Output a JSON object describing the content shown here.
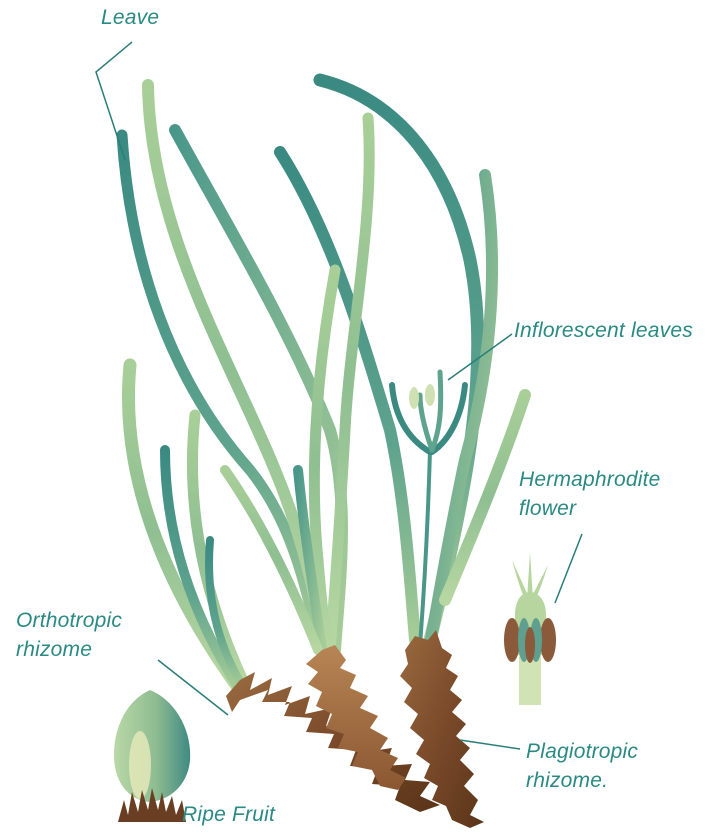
{
  "labels": {
    "leave": "Leave",
    "inflorescent_leaves": "Inflorescent leaves",
    "hermaphrodite_line1": "Hermaphrodite",
    "hermaphrodite_line2": "flower",
    "orthotropic_line1": "Orthotropic",
    "orthotropic_line2": "rhizome",
    "plagiotropic_line1": "Plagiotropic",
    "plagiotropic_line2": "rhizome.",
    "ripe_fruit": "Ripe Fruit"
  },
  "colors": {
    "label_text": "#2a8a83",
    "leader_line": "#2a7e78",
    "leaf_teal": "#3f8f85",
    "leaf_light": "#a9cd96",
    "rhizome_brown": "#7a4a2a",
    "rhizome_light": "#a4744a"
  }
}
